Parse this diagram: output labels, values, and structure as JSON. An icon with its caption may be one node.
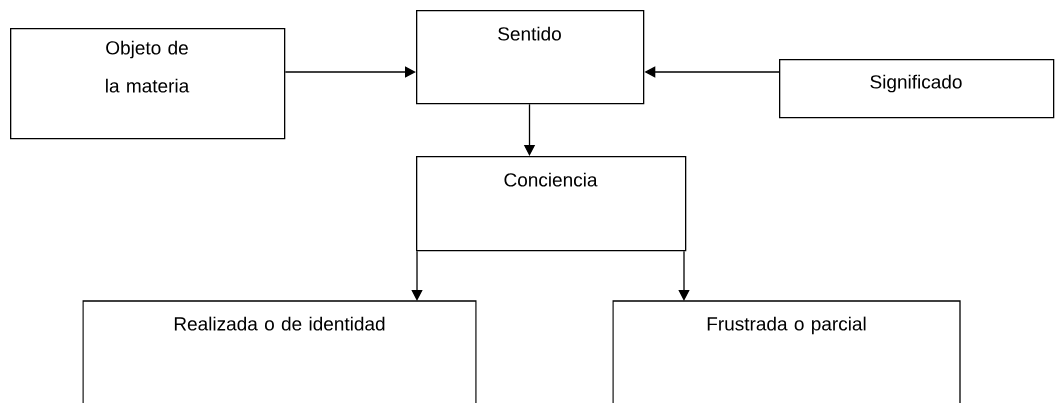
{
  "diagram": {
    "nodes": [
      {
        "text": [
          "Objeto de la materia"
        ]
      },
      {
        "text": [
          "Sentido"
        ]
      },
      {
        "text": [
          "Significado"
        ]
      },
      {
        "text": [
          "Conciencia"
        ]
      },
      {
        "text": [
          "Realizada o de identidad"
        ]
      },
      {
        "text": [
          "Frustrada o parcial"
        ]
      }
    ],
    "edges": [
      {
        "from": 0,
        "to": 1,
        "arrow": "to"
      },
      {
        "from": 2,
        "to": 1,
        "arrow": "to"
      },
      {
        "from": 1,
        "to": 3,
        "arrow": "to"
      },
      {
        "from": 3,
        "to": 4,
        "arrow": "to"
      },
      {
        "from": 3,
        "to": 5,
        "arrow": "to"
      }
    ]
  }
}
